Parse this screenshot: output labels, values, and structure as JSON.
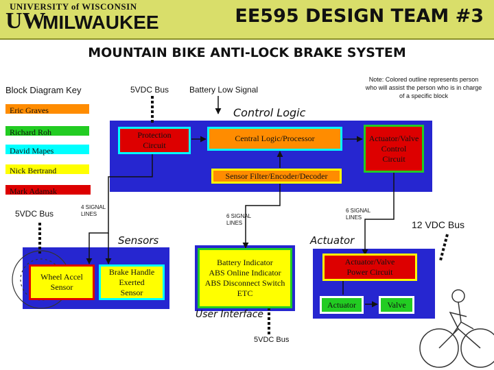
{
  "header": {
    "university": "UNIVERSITY of WISCONSIN",
    "logo_uw": "UW",
    "logo_milwaukee": "MILWAUKEE",
    "team_title": "EE595 DESIGN TEAM #3"
  },
  "title": "MOUNTAIN BIKE ANTI-LOCK BRAKE SYSTEM",
  "note": "Note: Colored outline represents person who will assist the person who is in charge of a specific block",
  "key": {
    "label": "Block Diagram Key",
    "members": [
      {
        "name": "Eric Graves",
        "color": "#ff8c00"
      },
      {
        "name": "Richard Roh",
        "color": "#22cc22"
      },
      {
        "name": "David Mapes",
        "color": "#00ffff"
      },
      {
        "name": "Nick Bertrand",
        "color": "#ffff00"
      },
      {
        "name": "Mark Adamak",
        "color": "#dd0000"
      }
    ]
  },
  "labels": {
    "vdc_top": "5VDC Bus",
    "battery_low": "Battery Low Signal",
    "control_logic": "Control Logic",
    "vdc_left": "5VDC Bus",
    "four_signal": "4 SIGNAL\nLINES",
    "six_signal_a": "6 SIGNAL\nLINES",
    "six_signal_b": "6 SIGNAL\nLINES",
    "vdc_12": "12 VDC Bus",
    "sensors": "Sensors",
    "actuator": "Actuator",
    "user_interface": "User Interface",
    "vdc_bottom": "5VDC Bus"
  },
  "blocks": {
    "protection": "Protection\nCircuit",
    "central_logic": "Central Logic/Processor",
    "actuator_valve_control": "Actuator/Valve\nControl\nCircuit",
    "sensor_filter": "Sensor Filter/Encoder/Decoder",
    "wheel_accel": "Wheel Accel\nSensor",
    "brake_handle": "Brake Handle\nExerted\nSensor",
    "user_iface_block": "Battery Indicator\nABS Online Indicator\nABS Disconnect Switch\nETC",
    "power_circuit": "Actuator/Valve\nPower Circuit",
    "actuator_block": "Actuator",
    "valve_block": "Valve"
  },
  "colors": {
    "banner": "#d9de6a",
    "region_fill": "#2626d0",
    "eric": "#ff8c00",
    "richard": "#22cc22",
    "david": "#00ffff",
    "nick": "#ffff00",
    "mark": "#dd0000"
  }
}
